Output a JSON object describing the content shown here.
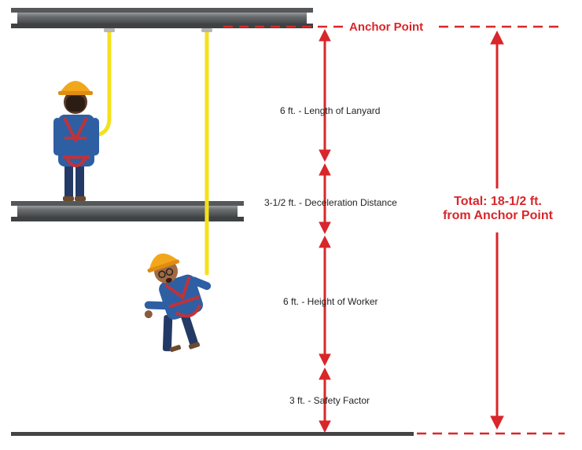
{
  "anchor": {
    "label": "Anchor Point"
  },
  "segments": [
    {
      "label": "6 ft. - Length of Lanyard"
    },
    {
      "label": "3-1/2 ft. - Deceleration Distance"
    },
    {
      "label": "6 ft. - Height of Worker"
    },
    {
      "label": "3 ft. - Safety Factor"
    }
  ],
  "total": {
    "line1": "Total: 18-1/2 ft.",
    "line2": "from Anchor Point"
  },
  "colors": {
    "measure_red": "#d9262a",
    "lanyard_yellow": "#f5e11c",
    "beam_gray": "#6b6e70",
    "helmet_orange": "#f2a71b",
    "shirt_blue": "#2e5fa3",
    "pants_navy": "#243a66"
  }
}
